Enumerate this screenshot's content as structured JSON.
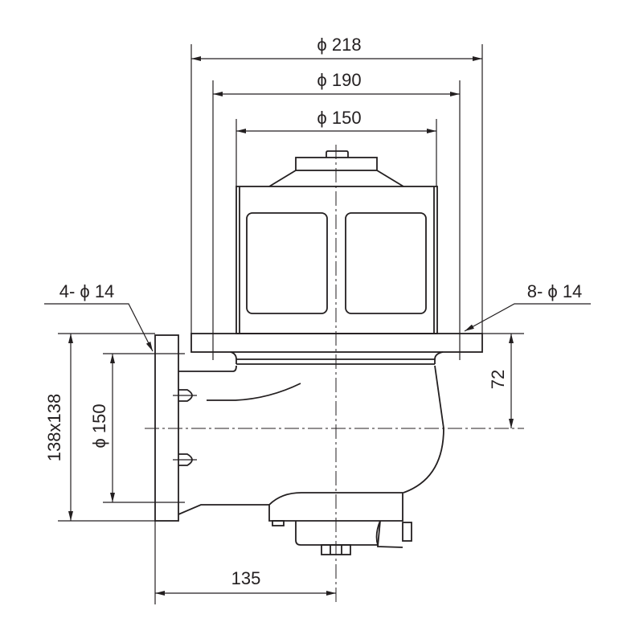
{
  "dimensions": {
    "outer_diameter": "ϕ 218",
    "bolt_circle_diameter": "ϕ 190",
    "body_diameter": "ϕ 150",
    "side_holes": "4- ϕ 14",
    "flange_holes": "8- ϕ 14",
    "center_height": "72",
    "side_flange_size": "138x138",
    "side_bolt_circle": "ϕ 150",
    "side_offset": "135"
  },
  "colors": {
    "line": "#231f20",
    "background": "#ffffff"
  }
}
